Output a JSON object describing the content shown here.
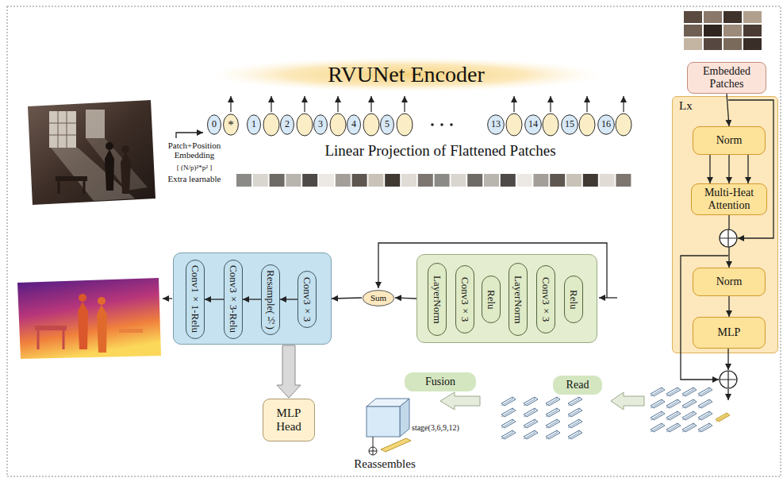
{
  "diagram": {
    "nodes": [
      {
        "text": [
          "RVUNet Encoder"
        ]
      },
      {
        "text": [
          "0"
        ]
      },
      {
        "text": [
          "*"
        ]
      },
      {
        "text": [
          "1"
        ]
      },
      {
        "text": [
          "2"
        ]
      },
      {
        "text": [
          "3"
        ]
      },
      {
        "text": [
          "4"
        ]
      },
      {
        "text": [
          "5"
        ]
      },
      {
        "text": [
          "13"
        ]
      },
      {
        "text": [
          "14"
        ]
      },
      {
        "text": [
          "15"
        ]
      },
      {
        "text": [
          "16"
        ]
      },
      {
        "text": [
          "Embedded Patches"
        ]
      },
      {
        "text": [
          "Lx"
        ]
      },
      {
        "text": [
          "Norm"
        ],
        "in": 13
      },
      {
        "text": [
          "Multi-Heat Attention"
        ],
        "in": 13
      },
      {
        "text": [
          "Norm"
        ],
        "in": 13
      },
      {
        "text": [
          "MLP"
        ],
        "in": 13
      },
      {
        "text": []
      },
      {
        "text": [
          "Conv1×1-Relu"
        ],
        "in": 18
      },
      {
        "text": [
          "Conv3×3-Relu"
        ],
        "in": 18
      },
      {
        "text": [
          "Resample(½)"
        ],
        "in": 18
      },
      {
        "text": [
          "Conv3×3"
        ],
        "in": 18
      },
      {
        "text": [
          "Sum"
        ]
      },
      {
        "text": []
      },
      {
        "text": [
          "LayerNorm"
        ],
        "in": 24
      },
      {
        "text": [
          "Conv3×3"
        ],
        "in": 24
      },
      {
        "text": [
          "Relu"
        ],
        "in": 24
      },
      {
        "text": [
          "LayerNorm"
        ],
        "in": 24
      },
      {
        "text": [
          "Conv3×3"
        ],
        "in": 24
      },
      {
        "text": [
          "Relu"
        ],
        "in": 24
      },
      {
        "text": [
          "MLP Head"
        ]
      },
      {
        "text": [
          "Fusion"
        ]
      },
      {
        "text": [
          "Read"
        ]
      }
    ],
    "edges": [
      {
        "from": 12,
        "to": 14,
        "arrow": "to"
      },
      {
        "from": 14,
        "to": 15,
        "arrow": "to"
      },
      {
        "from": 14,
        "to": 15,
        "arrow": "to"
      },
      {
        "from": 14,
        "to": 15,
        "arrow": "to"
      },
      {
        "from": 15,
        "to": 16,
        "arrow": "to"
      },
      {
        "from": 16,
        "to": 17,
        "arrow": "to"
      },
      {
        "from": 22,
        "to": 21,
        "arrow": "to"
      },
      {
        "from": 21,
        "to": 20,
        "arrow": "to"
      },
      {
        "from": 20,
        "to": 19,
        "arrow": "to"
      },
      {
        "from": 24,
        "to": 23,
        "arrow": "to"
      },
      {
        "from": 23,
        "to": 18,
        "arrow": "to"
      },
      {
        "from": 18,
        "to": 31,
        "arrow": "to"
      }
    ],
    "labels": [
      "Linear Projection of Flattened Patches",
      "Patch+Position Embedding",
      "[ (N/p)²*p² ]",
      "Extra learnable",
      "stage(3,6,9,12)",
      "Reassembles"
    ]
  }
}
